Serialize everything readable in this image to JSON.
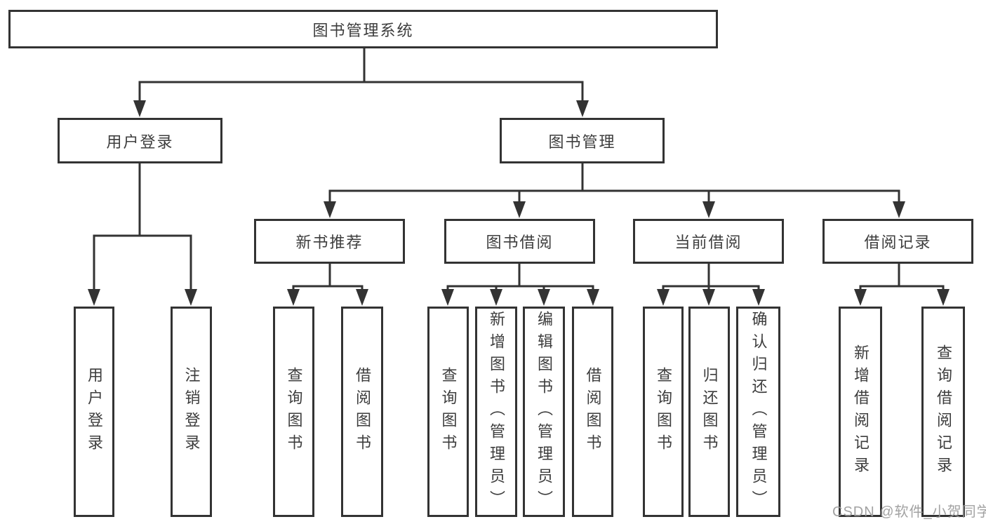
{
  "title": "图书管理系统",
  "watermark": "CSDN @软件_小贺同学",
  "colors": {
    "line": "#333333",
    "box_border": "#333333",
    "text": "#3d3d3d",
    "watermark": "#9b9b9b",
    "background": "#ffffff"
  },
  "nodes": {
    "root": "图书管理系统",
    "user_login": "用户登录",
    "book_mgmt": "图书管理",
    "new_book_rec": "新书推荐",
    "book_borrow": "图书借阅",
    "current_borrow": "当前借阅",
    "borrow_record": "借阅记录",
    "leaf_user_login": "用户登录",
    "leaf_logout": "注销登录",
    "leaf_nb_query": "查询图书",
    "leaf_nb_borrow": "借阅图书",
    "leaf_bb_query": "查询图书",
    "leaf_bb_add": "新增图书（管理员）",
    "leaf_bb_edit": "编辑图书（管理员）",
    "leaf_bb_borrow": "借阅图书",
    "leaf_cb_query": "查询图书",
    "leaf_cb_return": "归还图书",
    "leaf_cb_confirm": "确认归还（管理员）",
    "leaf_br_add": "新增借阅记录",
    "leaf_br_query": "查询借阅记录"
  }
}
